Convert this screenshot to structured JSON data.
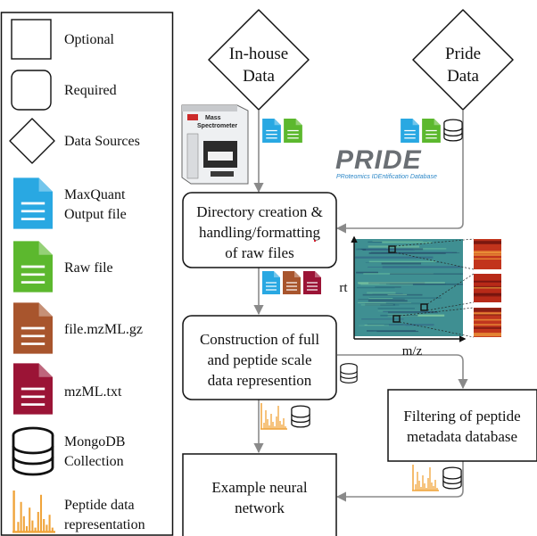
{
  "legend": {
    "items": [
      {
        "shape": "square",
        "label": "Optional"
      },
      {
        "shape": "rounded",
        "label": "Required"
      },
      {
        "shape": "diamond",
        "label": "Data Sources"
      },
      {
        "shape": "file",
        "color": "#29a8e2",
        "lines": [
          "MaxQuant",
          "Output file"
        ]
      },
      {
        "shape": "file",
        "color": "#5cb82e",
        "lines": [
          "Raw file"
        ]
      },
      {
        "shape": "file",
        "color": "#a8552d",
        "lines": [
          "file.mzML.gz"
        ]
      },
      {
        "shape": "file",
        "color": "#9b1436",
        "lines": [
          "mzML.txt"
        ]
      },
      {
        "shape": "database",
        "lines": [
          "MongoDB",
          "Collection"
        ]
      },
      {
        "shape": "peptide-plot",
        "color": "#f0a43a",
        "lines": [
          "Peptide data",
          "representation"
        ]
      }
    ]
  },
  "flow": {
    "source_inhouse": [
      "In-house",
      "Data"
    ],
    "source_pride": [
      "Pride",
      "Data"
    ],
    "instrument_label": [
      "Mass",
      "Spectrometer"
    ],
    "pride_logo": {
      "name": "PRIDE",
      "subtitle": "PRoteomics IDEntification Database"
    },
    "step_directory": [
      "Directory creation &",
      "handling/formatting",
      "of raw files"
    ],
    "step_construction": [
      "Construction of full",
      "and peptide scale",
      "data represention"
    ],
    "step_filtering": [
      "Filtering of peptide",
      "metadata database"
    ],
    "step_network": [
      "Example neural",
      "network"
    ],
    "heatmap_y_label": "rt",
    "heatmap_x_label": "m/z"
  },
  "colors": {
    "maxquant": "#29a8e2",
    "raw": "#5cb82e",
    "mzml_gz": "#a8552d",
    "mzml_txt": "#9b1436",
    "peptide": "#f0a43a",
    "arrow": "#8a8a8a"
  }
}
